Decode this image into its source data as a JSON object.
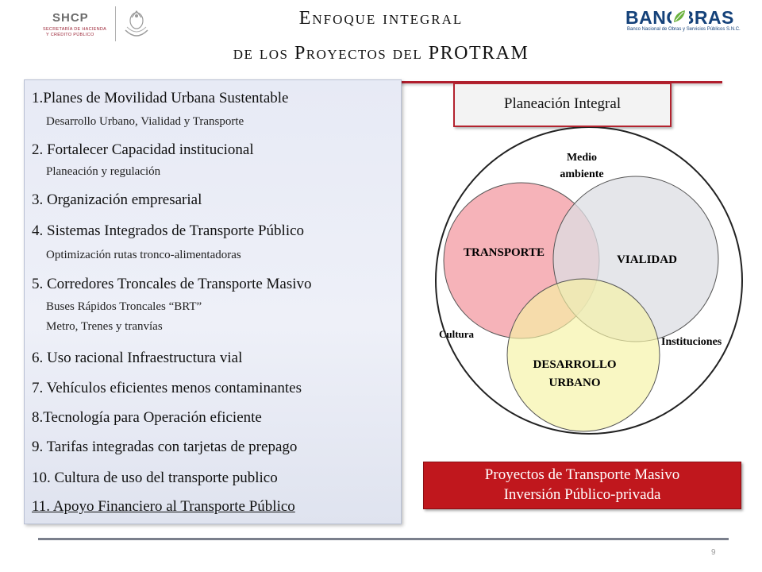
{
  "header": {
    "title_line1": "Enfoque integral",
    "title_line2": "de los Proyectos del PROTRAM",
    "shcp_logo": {
      "name": "SHCP",
      "sub_line1": "SECRETARÍA DE HACIENDA",
      "sub_line2": "Y CRÉDITO PÚBLICO"
    },
    "eagle_icon": "mexico-coat-of-arms-icon",
    "banobras_logo": {
      "name": "BANOBRAS",
      "subtitle": "Banco Nacional de Obras y Servicios Públicos S.N.C."
    }
  },
  "list": {
    "items": [
      {
        "label": "1.Planes de  Movilidad Urbana Sustentable",
        "sub": [
          "Desarrollo Urbano, Vialidad y  Transporte"
        ]
      },
      {
        "label": "2. Fortalecer Capacidad  institucional",
        "sub": [
          "Planeación y regulación"
        ]
      },
      {
        "label": "3. Organización empresarial",
        "sub": []
      },
      {
        "label": "4. Sistemas Integrados de Transporte Público",
        "sub": [
          "Optimización rutas tronco-alimentadoras"
        ]
      },
      {
        "label": "5. Corredores Troncales de Transporte Masivo",
        "sub": [
          "Buses Rápidos Troncales “BRT”",
          "Metro, Trenes y tranvías"
        ]
      },
      {
        "label": "6. Uso racional Infraestructura vial",
        "sub": []
      },
      {
        "label": "7. Vehículos eficientes menos contaminantes",
        "sub": []
      },
      {
        "label": "8.Tecnología para Operación eficiente",
        "sub": []
      },
      {
        "label": "9. Tarifas integradas con tarjetas de prepago",
        "sub": []
      },
      {
        "label": "10. Cultura de uso del transporte publico",
        "sub": []
      },
      {
        "label": "11. Apoyo Financiero al Transporte Público",
        "sub": []
      }
    ]
  },
  "diagram": {
    "title": "Planeación Integral",
    "outer_labels": {
      "top_line1": "Medio",
      "top_line2": "ambiente",
      "left": "Cultura",
      "right": "Instituciones"
    },
    "circles": {
      "transporte": "TRANSPORTE",
      "vialidad": "VIALIDAD",
      "desarrollo_line1": "DESARROLLO",
      "desarrollo_line2": "URBANO"
    },
    "colors": {
      "transporte": "#f4a6ad",
      "vialidad": "#dcdde3",
      "desarrollo": "#f6f3a3",
      "accent": "#b01e2d"
    }
  },
  "footer_box": {
    "line1": "Proyectos de Transporte Masivo",
    "line2": "Inversión Público-privada"
  },
  "page_number": "9"
}
